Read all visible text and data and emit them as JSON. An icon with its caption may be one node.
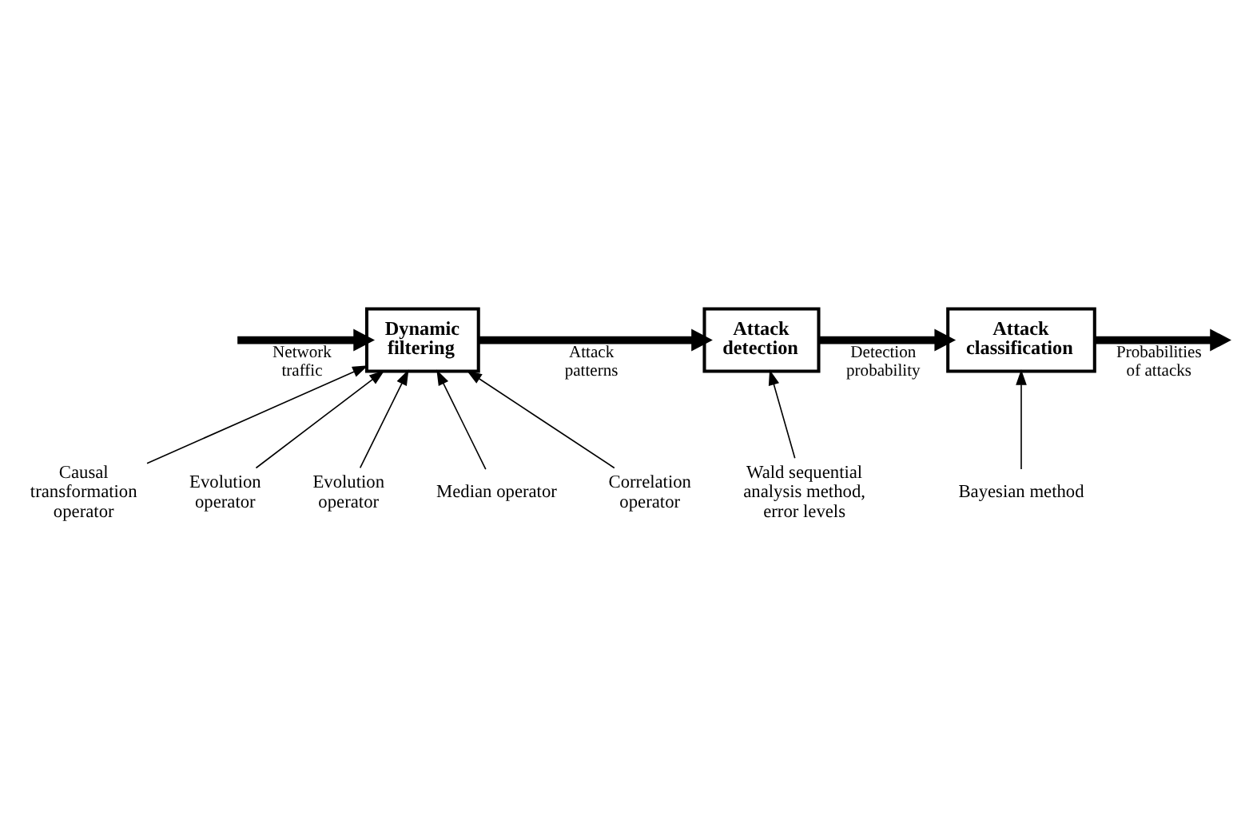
{
  "diagram": {
    "nodes": [
      {
        "text": [
          "Dynamic filtering"
        ]
      },
      {
        "text": [
          "Attack detection"
        ]
      },
      {
        "text": [
          "Attack classification"
        ]
      },
      {
        "text": [
          "Causal transformation operator"
        ]
      },
      {
        "text": [
          "Evolution operator"
        ]
      },
      {
        "text": [
          "Evolution operator"
        ]
      },
      {
        "text": [
          "Median operator"
        ]
      },
      {
        "text": [
          "Correlation operator"
        ]
      },
      {
        "text": [
          "Wald sequential analysis method, error levels"
        ]
      },
      {
        "text": [
          "Bayesian method"
        ]
      }
    ],
    "edges": [
      {
        "from": null,
        "to": 0,
        "arrow": "to",
        "label": "Network traffic",
        "style": "thick"
      },
      {
        "from": 0,
        "to": 1,
        "arrow": "to",
        "label": "Attack patterns",
        "style": "thick"
      },
      {
        "from": 1,
        "to": 2,
        "arrow": "to",
        "label": "Detection probability",
        "style": "thick"
      },
      {
        "from": 2,
        "to": null,
        "arrow": "to",
        "label": "Probabilities of attacks",
        "style": "thick"
      },
      {
        "from": 3,
        "to": 0,
        "arrow": "to"
      },
      {
        "from": 4,
        "to": 0,
        "arrow": "to"
      },
      {
        "from": 5,
        "to": 0,
        "arrow": "to"
      },
      {
        "from": 6,
        "to": 0,
        "arrow": "to"
      },
      {
        "from": 7,
        "to": 0,
        "arrow": "to"
      },
      {
        "from": 8,
        "to": 1,
        "arrow": "to"
      },
      {
        "from": 9,
        "to": 2,
        "arrow": "to"
      }
    ]
  }
}
